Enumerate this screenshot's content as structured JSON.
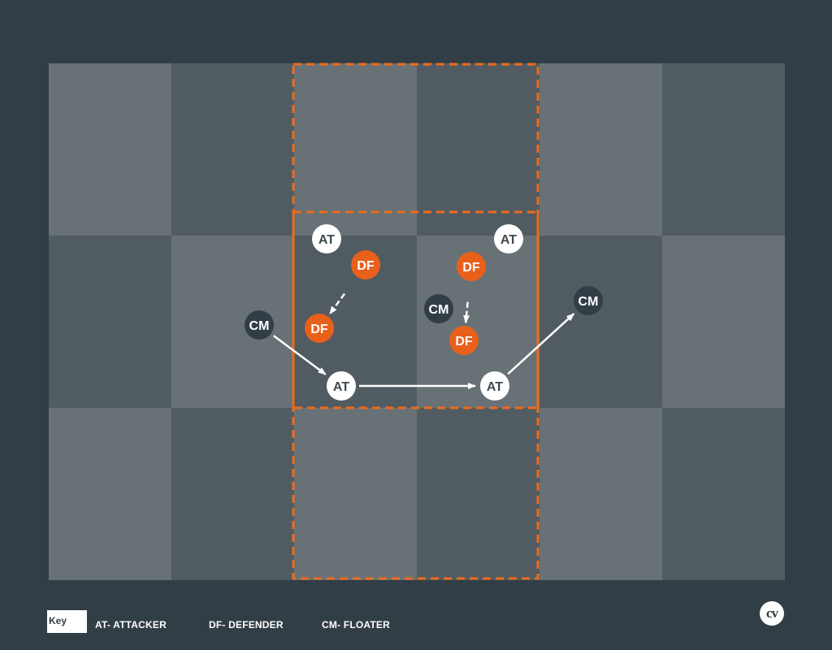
{
  "colors": {
    "background": "#323e45",
    "tile_light": "#677176",
    "tile_dark": "#515c62",
    "zone_border": "#ef6a1c",
    "attacker_fill": "#ffffff",
    "attacker_text": "#3f4a50",
    "defender_fill": "#e9601b",
    "defender_text": "#ffffff",
    "floater_fill": "#323e45",
    "floater_text": "#ffffff",
    "arrow": "#ffffff"
  },
  "diagram": {
    "players": [
      {
        "id": "at1",
        "role": "attacker",
        "label": "AT"
      },
      {
        "id": "at2",
        "role": "attacker",
        "label": "AT"
      },
      {
        "id": "df1",
        "role": "defender",
        "label": "DF"
      },
      {
        "id": "df2",
        "role": "defender",
        "label": "DF"
      },
      {
        "id": "cm1",
        "role": "floater",
        "label": "CM"
      },
      {
        "id": "df3",
        "role": "defender",
        "label": "DF"
      },
      {
        "id": "cm2",
        "role": "floater",
        "label": "CM"
      },
      {
        "id": "df4",
        "role": "defender",
        "label": "DF"
      },
      {
        "id": "cm3",
        "role": "floater",
        "label": "CM"
      },
      {
        "id": "at3",
        "role": "attacker",
        "label": "AT"
      },
      {
        "id": "at4",
        "role": "attacker",
        "label": "AT"
      }
    ],
    "movements": [
      {
        "from": "cm1",
        "to": "at3",
        "style": "solid"
      },
      {
        "from": "at3",
        "to": "at4",
        "style": "solid"
      },
      {
        "from": "at4",
        "to": "cm3",
        "style": "solid"
      },
      {
        "from": "df1",
        "to": "df2",
        "style": "dashed"
      },
      {
        "from": "df3",
        "to": "df4",
        "style": "dashed"
      }
    ]
  },
  "legend": {
    "key_label": "Key",
    "items": [
      {
        "label": "AT- ATTACKER"
      },
      {
        "label": "DF- DEFENDER"
      },
      {
        "label": "CM- FLOATER"
      }
    ]
  },
  "logo": {
    "text": "cv"
  }
}
